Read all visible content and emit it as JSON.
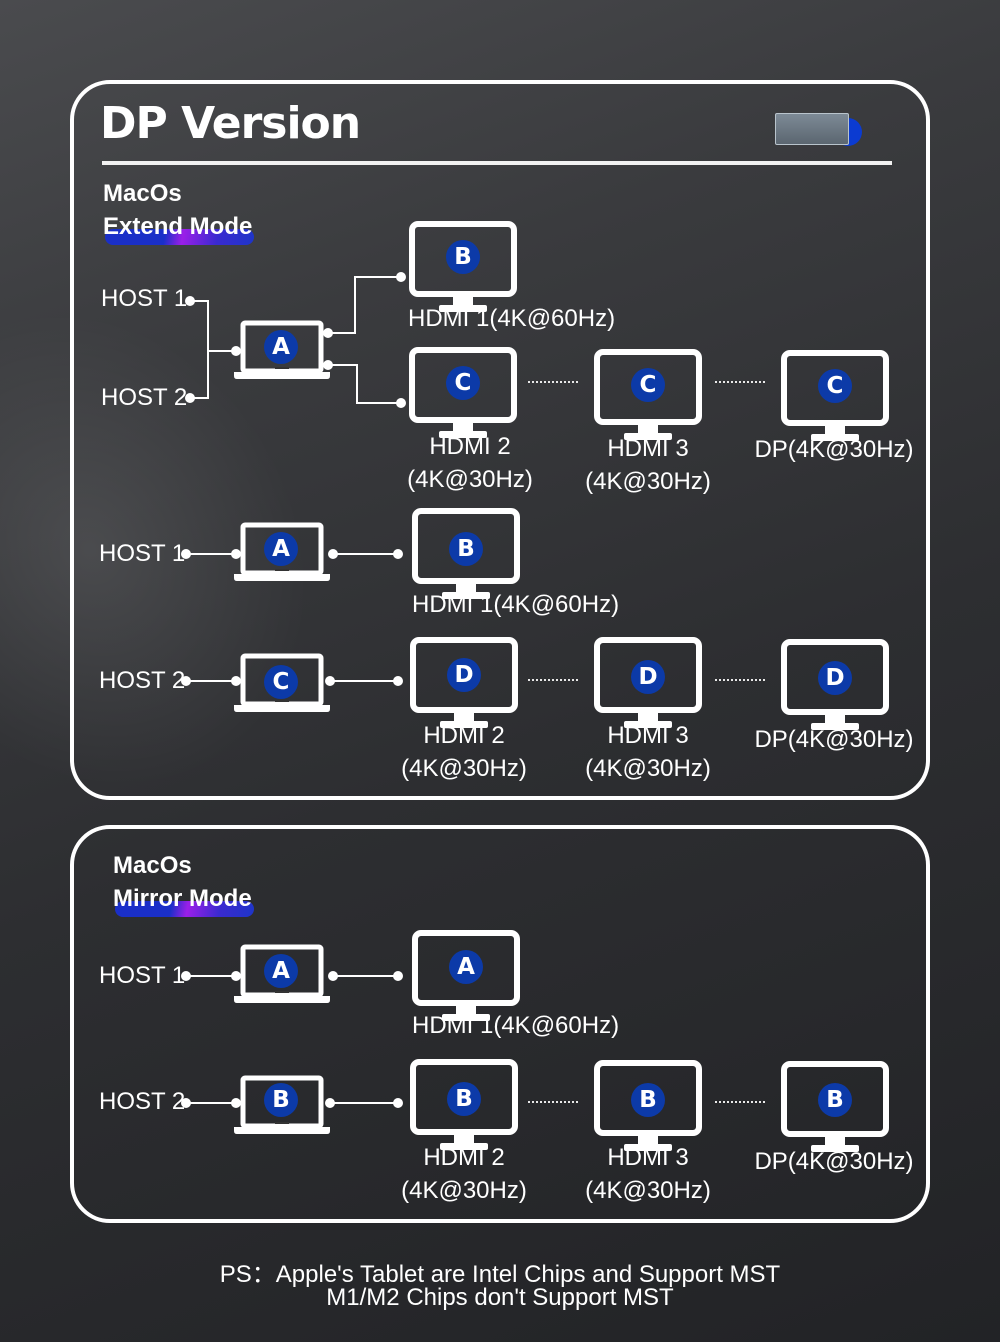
{
  "title": "DP Version",
  "dock_icon": "usb-dock-icon",
  "extend_section": {
    "os": "MacOs",
    "mode": "Extend Mode",
    "diagram1": {
      "hosts": [
        "HOST 1",
        "HOST 2"
      ],
      "laptop_badge": "A",
      "monitors": [
        {
          "badge": "B",
          "label": "HDMI 1(4K@60Hz)"
        },
        {
          "badge": "C",
          "label": "HDMI 2",
          "sub": "(4K@30Hz)"
        },
        {
          "badge": "C",
          "label": "HDMI 3",
          "sub": "(4K@30Hz)"
        },
        {
          "badge": "C",
          "label": "DP(4K@30Hz)"
        }
      ]
    },
    "diagram2": {
      "row1": {
        "host": "HOST 1",
        "laptop_badge": "A",
        "monitor": {
          "badge": "B",
          "label": "HDMI 1(4K@60Hz)"
        }
      },
      "row2": {
        "host": "HOST 2",
        "laptop_badge": "C",
        "monitors": [
          {
            "badge": "D",
            "label": "HDMI 2",
            "sub": "(4K@30Hz)"
          },
          {
            "badge": "D",
            "label": "HDMI 3",
            "sub": "(4K@30Hz)"
          },
          {
            "badge": "D",
            "label": "DP(4K@30Hz)"
          }
        ]
      }
    }
  },
  "mirror_section": {
    "os": "MacOs",
    "mode": "Mirror Mode",
    "row1": {
      "host": "HOST 1",
      "laptop_badge": "A",
      "monitor": {
        "badge": "A",
        "label": "HDMI 1(4K@60Hz)"
      }
    },
    "row2": {
      "host": "HOST 2",
      "laptop_badge": "B",
      "monitors": [
        {
          "badge": "B",
          "label": "HDMI 2",
          "sub": "(4K@30Hz)"
        },
        {
          "badge": "B",
          "label": "HDMI 3",
          "sub": "(4K@30Hz)"
        },
        {
          "badge": "B",
          "label": "DP(4K@30Hz)"
        }
      ]
    }
  },
  "footnote": {
    "line1": "PS：Apple's Tablet are Intel Chips and Support MST",
    "line2": "M1/M2 Chips don't Support MST"
  },
  "colors": {
    "badge": "#0c3aa8",
    "highlight_blue": "#1a2fc8",
    "highlight_purple": "#9b1fe8"
  }
}
